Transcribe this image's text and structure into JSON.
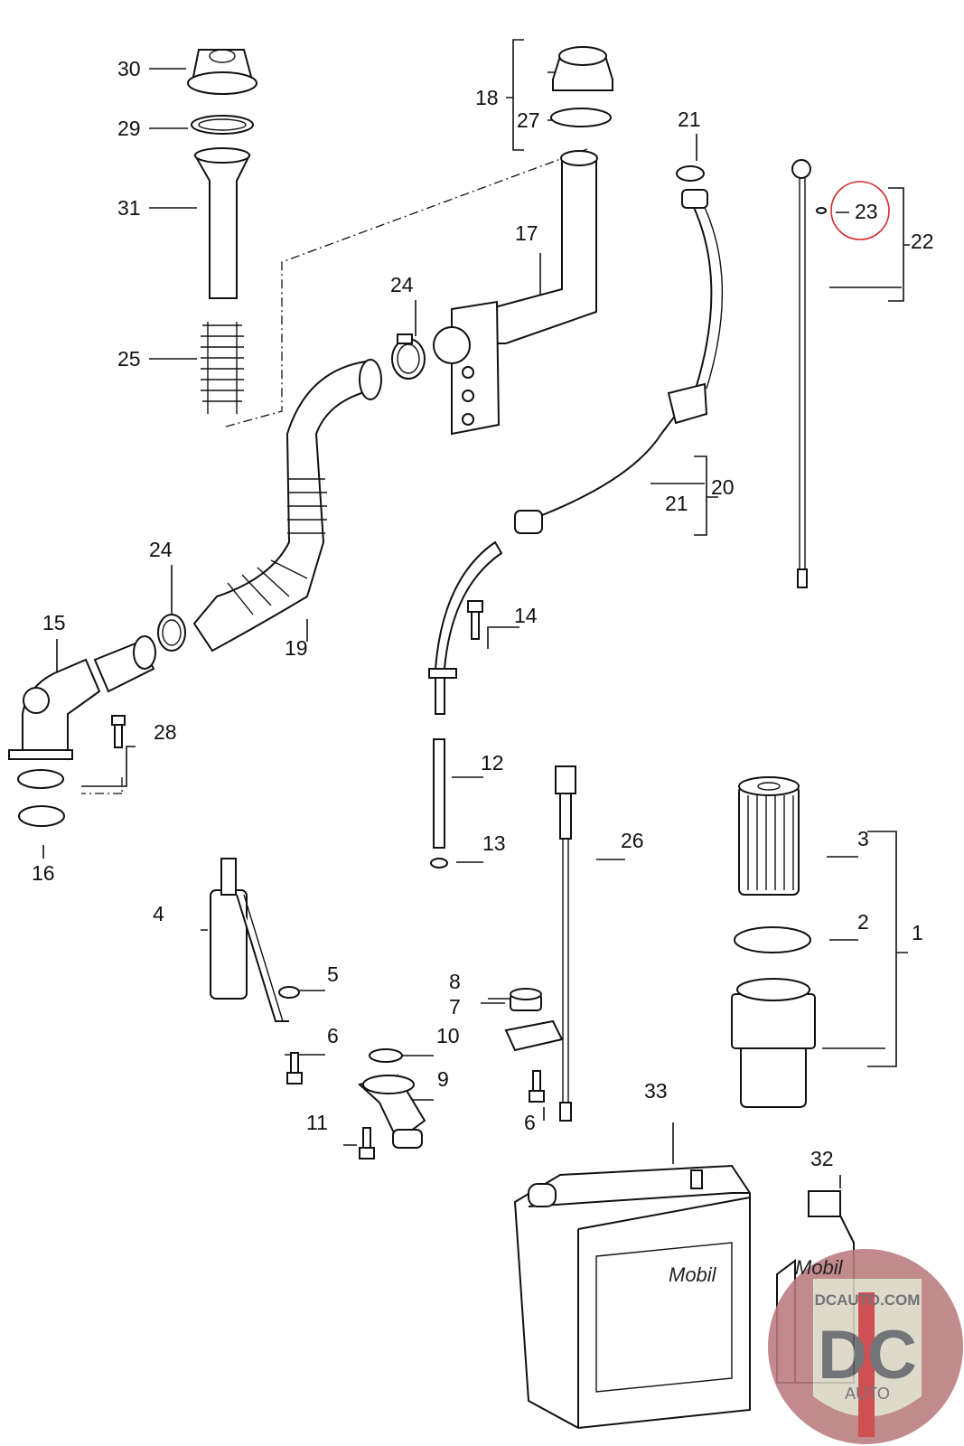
{
  "labels": [
    "30",
    "29",
    "31",
    "25",
    "18",
    "27",
    "21",
    "17",
    "24",
    "23",
    "22",
    "20",
    "21",
    "24",
    "15",
    "14",
    "19",
    "28",
    "12",
    "16",
    "13",
    "26",
    "3",
    "4",
    "2",
    "1",
    "5",
    "8",
    "7",
    "10",
    "6",
    "9",
    "33",
    "11",
    "6",
    "32"
  ],
  "highlighted_part": "23",
  "highlight_color": "#d42a2a",
  "container_brand": "Mobil",
  "bottle_brand": "Mobil",
  "watermark": {
    "site": "DCAUTO.COM",
    "initials": "DC",
    "word": "AUTO",
    "colors": {
      "circle": "#b97a7e",
      "shield": "#5f6166",
      "stripe": "#c8383b"
    }
  }
}
